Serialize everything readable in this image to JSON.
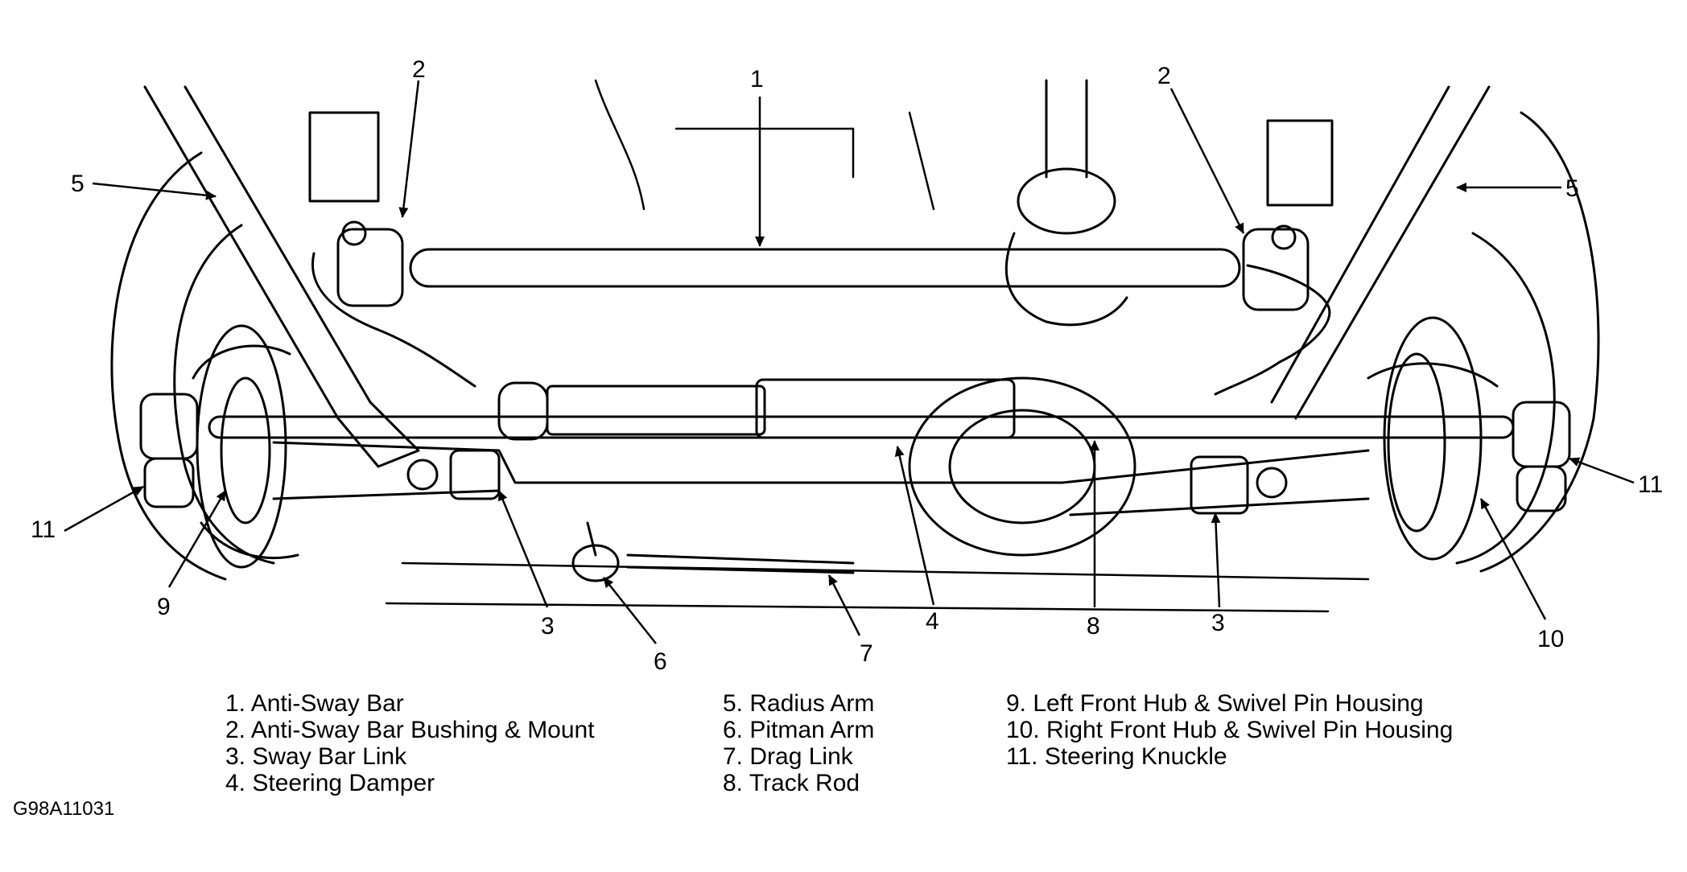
{
  "callouts": {
    "c1": "1",
    "c2": "2",
    "c3": "3",
    "c4": "4",
    "c5": "5",
    "c6": "6",
    "c7": "7",
    "c8": "8",
    "c9": "9",
    "c10": "10",
    "c11": "11"
  },
  "legend": {
    "col1": [
      "1. Anti-Sway Bar",
      "2. Anti-Sway Bar Bushing & Mount",
      "3. Sway Bar Link",
      "4. Steering Damper"
    ],
    "col2": [
      "5. Radius Arm",
      "6. Pitman Arm",
      "7. Drag Link",
      "8. Track Rod"
    ],
    "col3": [
      "9. Left Front Hub & Swivel Pin Housing",
      "10. Right Front Hub & Swivel Pin Housing",
      "11. Steering Knuckle"
    ]
  },
  "figure_id": "G98A11031"
}
